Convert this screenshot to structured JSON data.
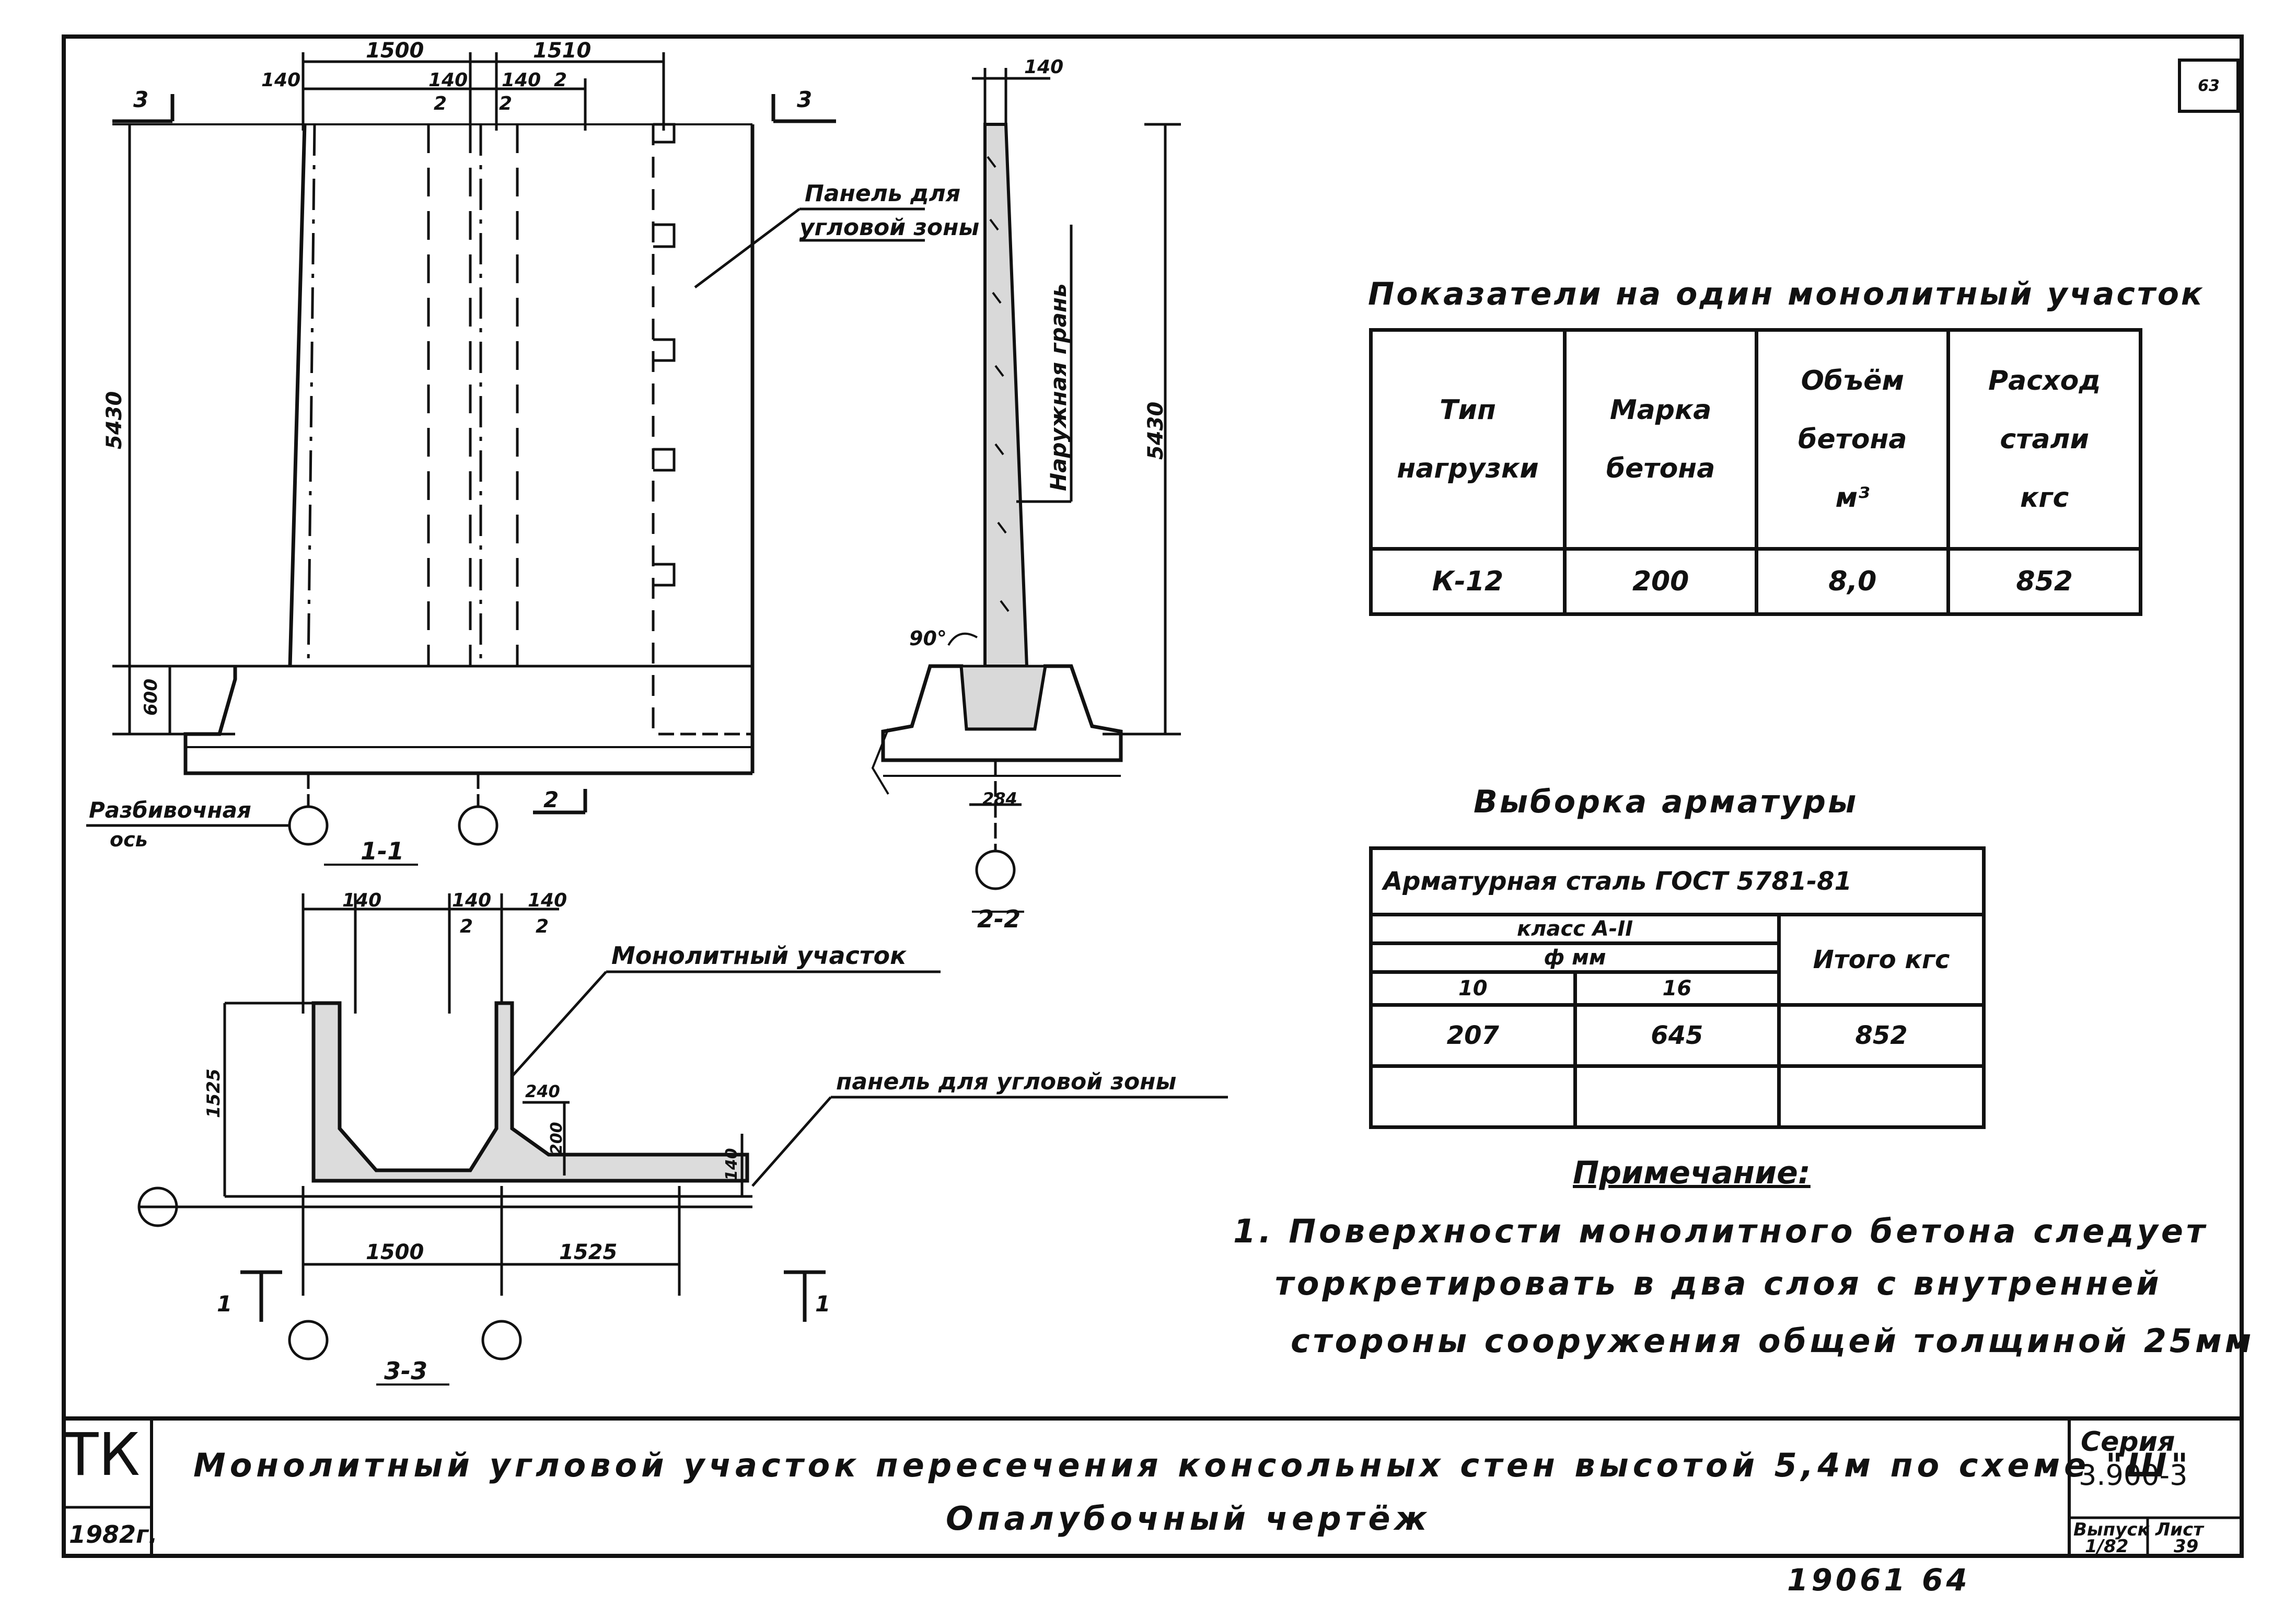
{
  "sheet": {
    "page_number": "63",
    "stamp": "19061  64"
  },
  "drawing_labels": {
    "panel_corner_zone_1": "Панель для",
    "panel_corner_zone_2": "угловой зоны",
    "outer_face": "Наружная грань",
    "monolith_section": "Монолитный участок",
    "panel_corner_zone_full": "панель для угловой зоны",
    "layout_axis_1": "Разбивочная",
    "layout_axis_2": "ось",
    "section_1_1": "1-1",
    "section_2_2": "2-2",
    "section_3_3": "3-3",
    "cut_3": "3",
    "cut_2": "2",
    "cut_1": "1",
    "angle_90": "90°"
  },
  "dimensions": {
    "d1500": "1500",
    "d1510": "1510",
    "d140": "140",
    "d2": "2",
    "d5430": "5430",
    "d600": "600",
    "d284": "284",
    "d1525": "1525",
    "d240": "240",
    "d200": "200"
  },
  "indicators": {
    "caption": "Показатели на один монолитный участок",
    "headers": [
      [
        "Тип",
        "нагрузки"
      ],
      [
        "Марка",
        "бетона"
      ],
      [
        "Объём",
        "бетона",
        "м³"
      ],
      [
        "Расход",
        "стали",
        "кгс"
      ]
    ],
    "row": [
      "К-12",
      "200",
      "8,0",
      "852"
    ]
  },
  "rebar_selection": {
    "caption": "Выборка арматуры",
    "steel": "Арматурная сталь ГОСТ 5781-81",
    "class": "класс А-II",
    "diameter": "ф мм",
    "total_header": "Итого кгс",
    "diam_10": "10",
    "diam_16": "16",
    "val_10": "207",
    "val_16": "645",
    "val_total": "852"
  },
  "note": {
    "title": "Примечание:",
    "line1": "1. Поверхности монолитного бетона следует",
    "line2": "торкретировать в два слоя с внутренней",
    "line3": "стороны сооружения общей толщиной 25мм"
  },
  "title_block": {
    "tk": "ТК",
    "year": "1982г.",
    "title1": "Монолитный угловой участок пересечения консольных стен высотой 5,4м по схеме \"Ш\"",
    "title2": "Опалубочный чертёж",
    "series_label": "Серия",
    "series_value": "3.900-3",
    "issue_label": "Выпуск",
    "issue_value": "1/82",
    "sheet_label": "Лист",
    "sheet_value": "39"
  }
}
